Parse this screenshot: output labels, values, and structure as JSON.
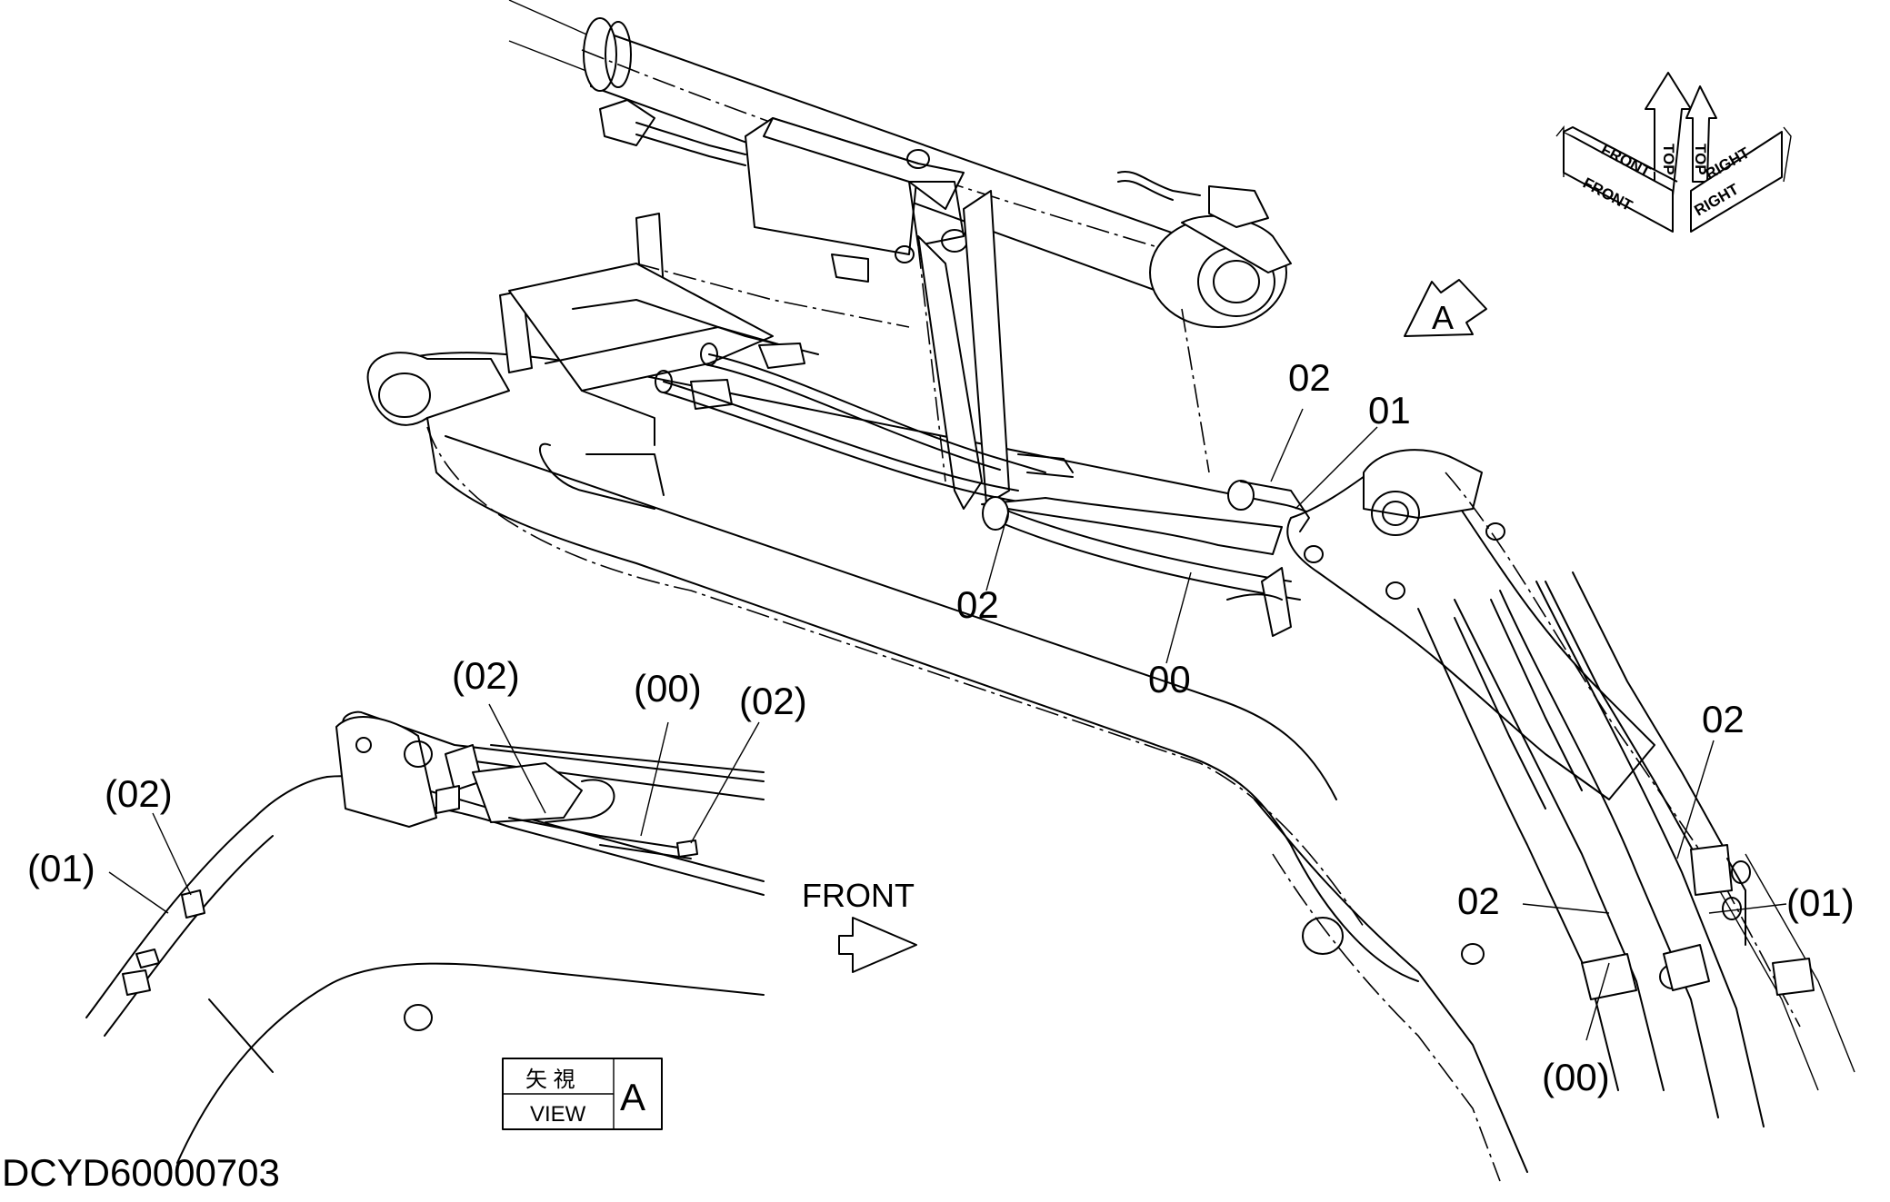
{
  "drawing_id": "DCYD60000703",
  "orientation_icon": {
    "top": "TOP",
    "front": "FRONT",
    "right": "RIGHT"
  },
  "view_arrow_letter": "A",
  "front_arrow_label": "FRONT",
  "view_box": {
    "kanji": "矢 視",
    "word": "VIEW",
    "letter": "A"
  },
  "callouts": {
    "main_02_upper": "02",
    "main_01": "01",
    "main_02_lower": "02",
    "main_00": "00",
    "right_02_upper": "02",
    "right_02_mid": "02",
    "right_01": "(01)",
    "right_00": "(00)",
    "inset_02_left": "(02)",
    "inset_01": "(01)",
    "inset_02_top": "(02)",
    "inset_00": "(00)",
    "inset_02_right": "(02)"
  }
}
